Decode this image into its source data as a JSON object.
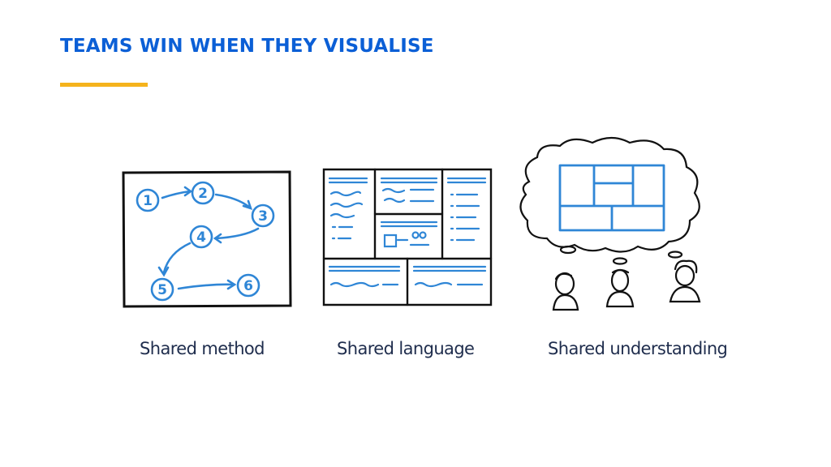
{
  "slide": {
    "title": "TEAMS WIN WHEN THEY VISUALISE",
    "accent_color": "#f5b31c",
    "title_color": "#0b5fd6"
  },
  "panels": [
    {
      "caption": "Shared method",
      "steps": [
        "1",
        "2",
        "3",
        "4",
        "5",
        "6"
      ]
    },
    {
      "caption": "Shared language"
    },
    {
      "caption": "Shared understanding"
    }
  ],
  "colors": {
    "sketch_blue": "#2f86d6",
    "ink": "#111111",
    "caption_text": "#1f2d4d"
  }
}
